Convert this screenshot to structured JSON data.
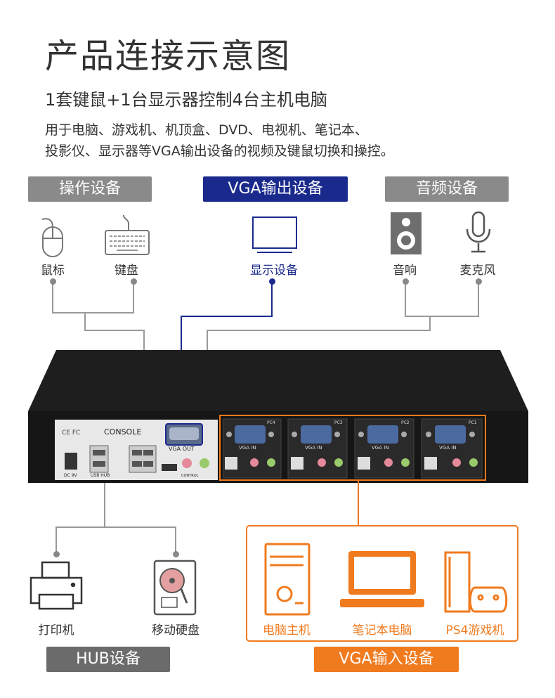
{
  "header": {
    "title": "产品连接示意图",
    "subtitle": "1套键鼠+1台显示器控制4台主机电脑",
    "description_line1": "用于电脑、游戏机、机顶盒、DVD、电视机、笔记本、",
    "description_line2": "投影仪、显示器等VGA输出设备的视频及键鼠切换和操控。"
  },
  "groups": {
    "operation": "操作设备",
    "vga_output": "VGA输出设备",
    "audio": "音频设备",
    "hub": "HUB设备",
    "vga_input": "VGA输入设备"
  },
  "devices": {
    "mouse": "鼠标",
    "keyboard": "键盘",
    "monitor": "显示设备",
    "speaker": "音响",
    "microphone": "麦克风",
    "printer": "打印机",
    "hard_drive": "移动硬盘",
    "pc_host": "电脑主机",
    "laptop": "笔记本电脑",
    "ps4": "PS4游戏机"
  },
  "switch_panel": {
    "ce_fc": "CE  FC",
    "console": "CONSOLE",
    "vga_out": "VGA OUT",
    "dc": "DC 9V",
    "usb_hub": "USB HUB",
    "control": "CONTROL",
    "vga_in": "VGA IN",
    "ports": [
      "PC4",
      "PC3",
      "PC2",
      "PC1"
    ]
  },
  "colors": {
    "gray_pill": "#8a8a8a",
    "blue_pill": "#1a2a8c",
    "orange": "#f07a1e",
    "line_gray": "#999999"
  }
}
